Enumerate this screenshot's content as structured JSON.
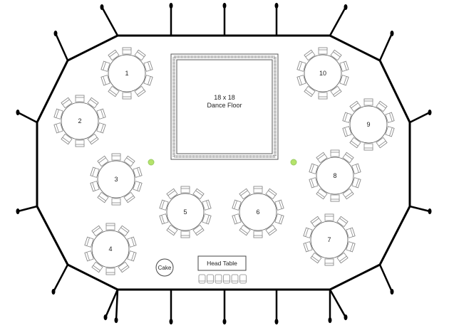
{
  "tables": [
    {
      "label": "1"
    },
    {
      "label": "2"
    },
    {
      "label": "3"
    },
    {
      "label": "4"
    },
    {
      "label": "5"
    },
    {
      "label": "6"
    },
    {
      "label": "7"
    },
    {
      "label": "8"
    },
    {
      "label": "9"
    },
    {
      "label": "10"
    }
  ],
  "dance_floor": {
    "size": "18 x 18",
    "label": "Dance Floor"
  },
  "cake": {
    "label": "Cake"
  },
  "head_table": {
    "label": "Head Table",
    "chairs": 6
  },
  "chairs_per_table": 10,
  "colors": {
    "outline": "#000000",
    "chair": "#888888",
    "light": "#b5e36a"
  }
}
